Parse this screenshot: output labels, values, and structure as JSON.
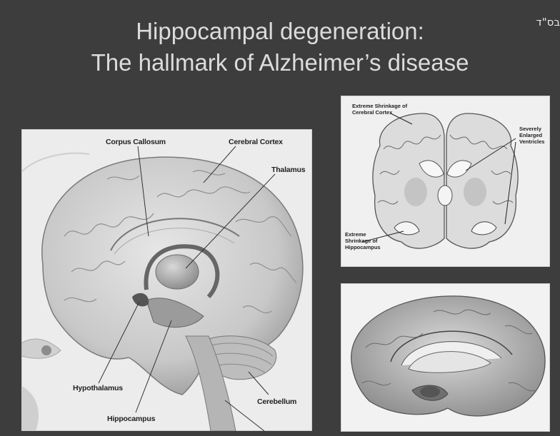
{
  "slide": {
    "title_line1": "Hippocampal degeneration:",
    "title_line2": "The hallmark of Alzheimer’s disease",
    "corner_mark": "בס\"ד",
    "background_color": "#3d3d3d",
    "title_color": "#dcdcdc"
  },
  "left_figure": {
    "labels": {
      "corpus_callosum": "Corpus Callosum",
      "cerebral_cortex": "Cerebral Cortex",
      "thalamus": "Thalamus",
      "hypothalamus": "Hypothalamus",
      "cerebellum": "Cerebellum",
      "hippocampus": "Hippocampus"
    }
  },
  "top_right_figure": {
    "labels": {
      "cortex_shrinkage_1": "Extreme Shrinkage of",
      "cortex_shrinkage_2": "Cerebral Cortex",
      "ventricles_1": "Severely",
      "ventricles_2": "Enlarged",
      "ventricles_3": "Ventricles",
      "hippo_shrinkage_1": "Extreme",
      "hippo_shrinkage_2": "Shrinkage of",
      "hippo_shrinkage_3": "Hippocampus"
    }
  }
}
